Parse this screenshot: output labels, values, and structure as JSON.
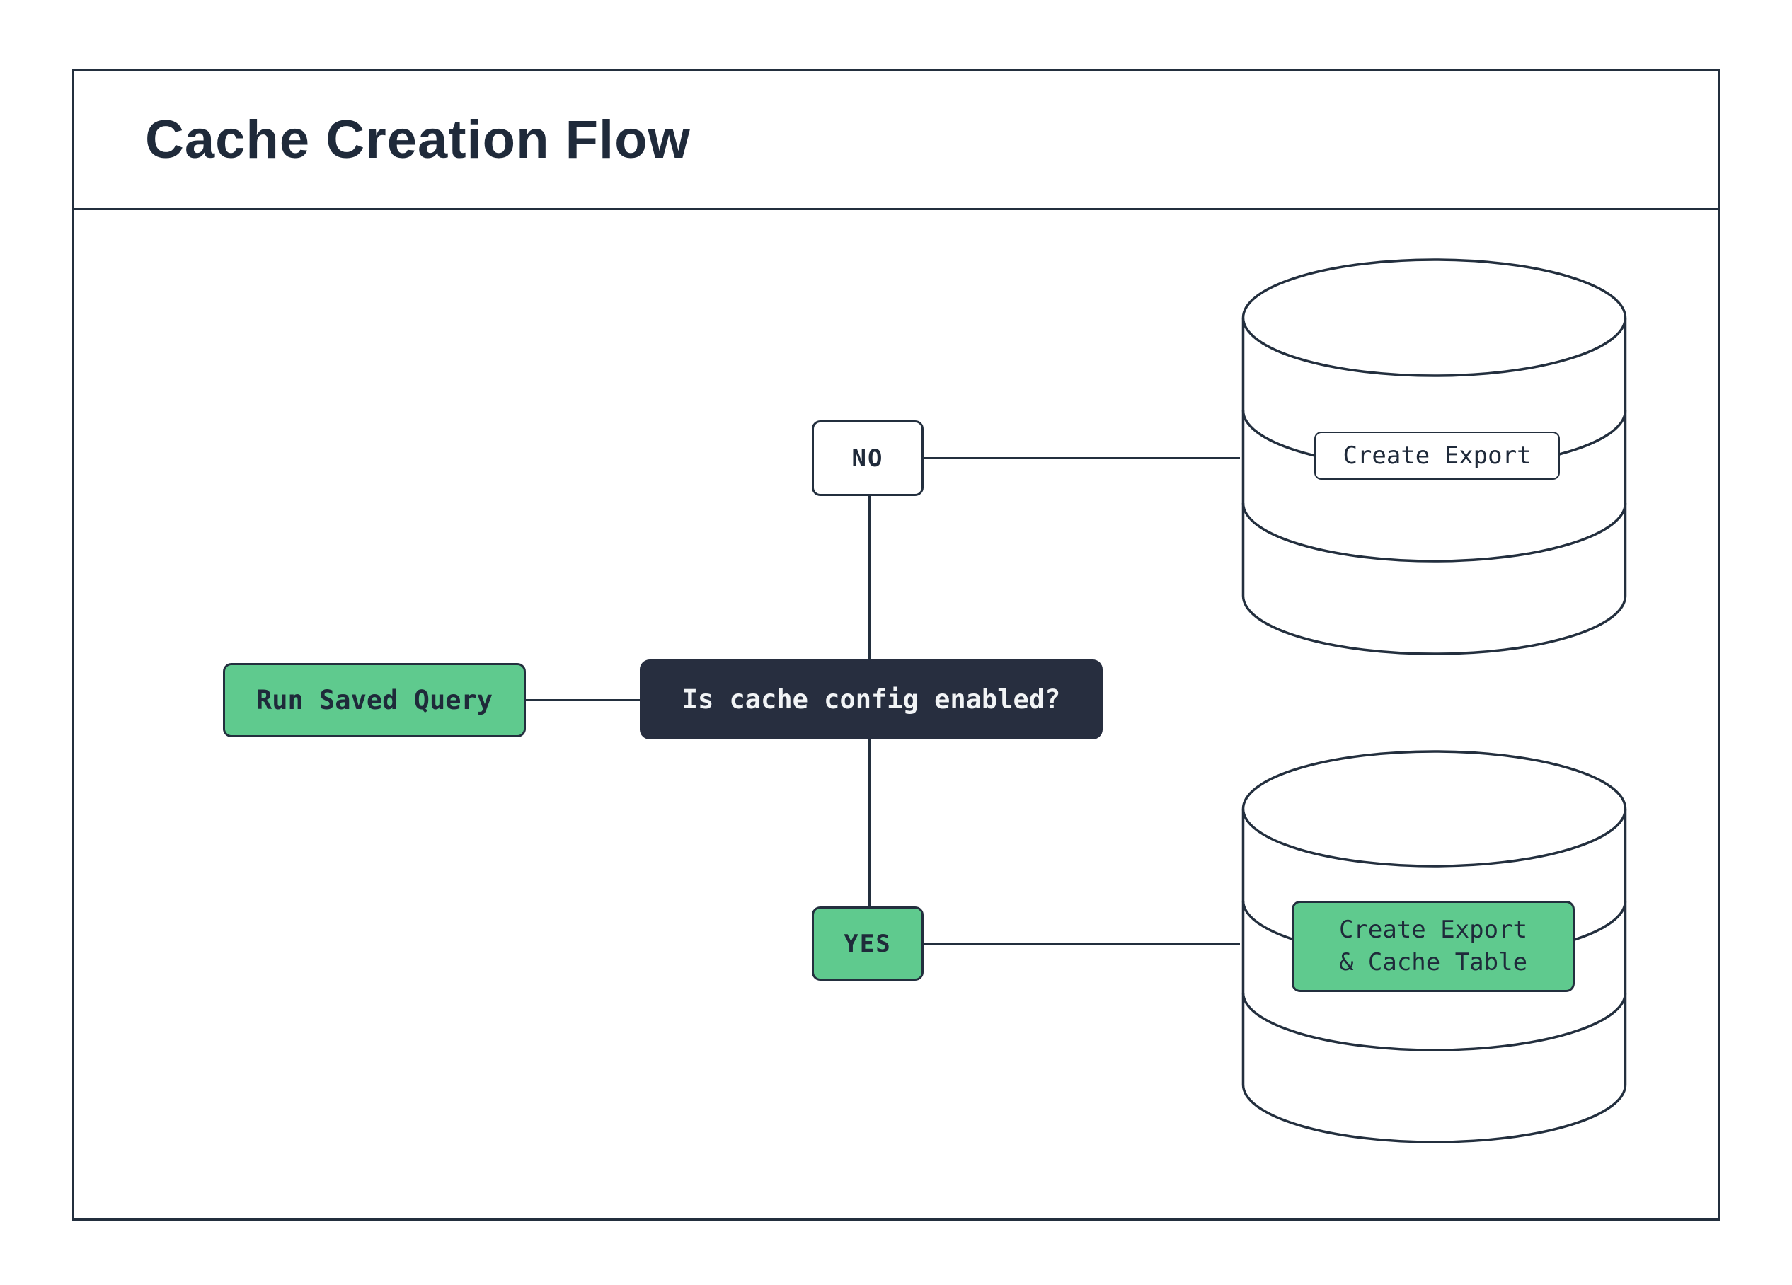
{
  "title": "Cache Creation Flow",
  "diagram": {
    "nodes": {
      "run_saved_query": {
        "label": "Run Saved Query"
      },
      "decision": {
        "label": "Is cache config enabled?"
      },
      "branch_no": {
        "label": "NO"
      },
      "branch_yes": {
        "label": "YES"
      },
      "create_export": {
        "label": "Create Export"
      },
      "create_export_cache_table": {
        "label_line1": "Create Export",
        "label_line2": "& Cache Table"
      }
    },
    "colors": {
      "outline": "#232f3e",
      "accent_green": "#5fca8e",
      "dark_node": "#272e3f",
      "background": "#ffffff"
    }
  }
}
